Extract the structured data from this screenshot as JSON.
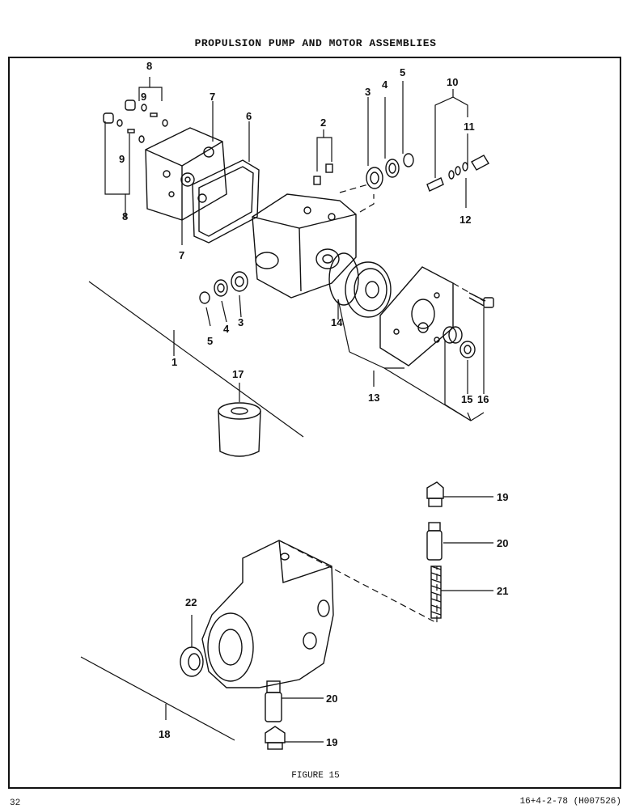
{
  "title": "PROPULSION PUMP AND MOTOR ASSEMBLIES",
  "caption": "FIGURE 15",
  "page_number": "32",
  "document_id": "16+4-2-78 (H007526)",
  "callouts": [
    {
      "id": "c1",
      "label": "1"
    },
    {
      "id": "c2",
      "label": "2"
    },
    {
      "id": "c3a",
      "label": "3"
    },
    {
      "id": "c3b",
      "label": "3"
    },
    {
      "id": "c4a",
      "label": "4"
    },
    {
      "id": "c4b",
      "label": "4"
    },
    {
      "id": "c5a",
      "label": "5"
    },
    {
      "id": "c5b",
      "label": "5"
    },
    {
      "id": "c6",
      "label": "6"
    },
    {
      "id": "c7a",
      "label": "7"
    },
    {
      "id": "c7b",
      "label": "7"
    },
    {
      "id": "c8a",
      "label": "8"
    },
    {
      "id": "c8b",
      "label": "8"
    },
    {
      "id": "c9a",
      "label": "9"
    },
    {
      "id": "c9b",
      "label": "9"
    },
    {
      "id": "c10",
      "label": "10"
    },
    {
      "id": "c11",
      "label": "11"
    },
    {
      "id": "c12",
      "label": "12"
    },
    {
      "id": "c13",
      "label": "13"
    },
    {
      "id": "c14",
      "label": "14"
    },
    {
      "id": "c15",
      "label": "15"
    },
    {
      "id": "c16",
      "label": "16"
    },
    {
      "id": "c17",
      "label": "17"
    },
    {
      "id": "c18",
      "label": "18"
    },
    {
      "id": "c19a",
      "label": "19"
    },
    {
      "id": "c19b",
      "label": "19"
    },
    {
      "id": "c20a",
      "label": "20"
    },
    {
      "id": "c20b",
      "label": "20"
    },
    {
      "id": "c21",
      "label": "21"
    },
    {
      "id": "c22",
      "label": "22"
    }
  ]
}
